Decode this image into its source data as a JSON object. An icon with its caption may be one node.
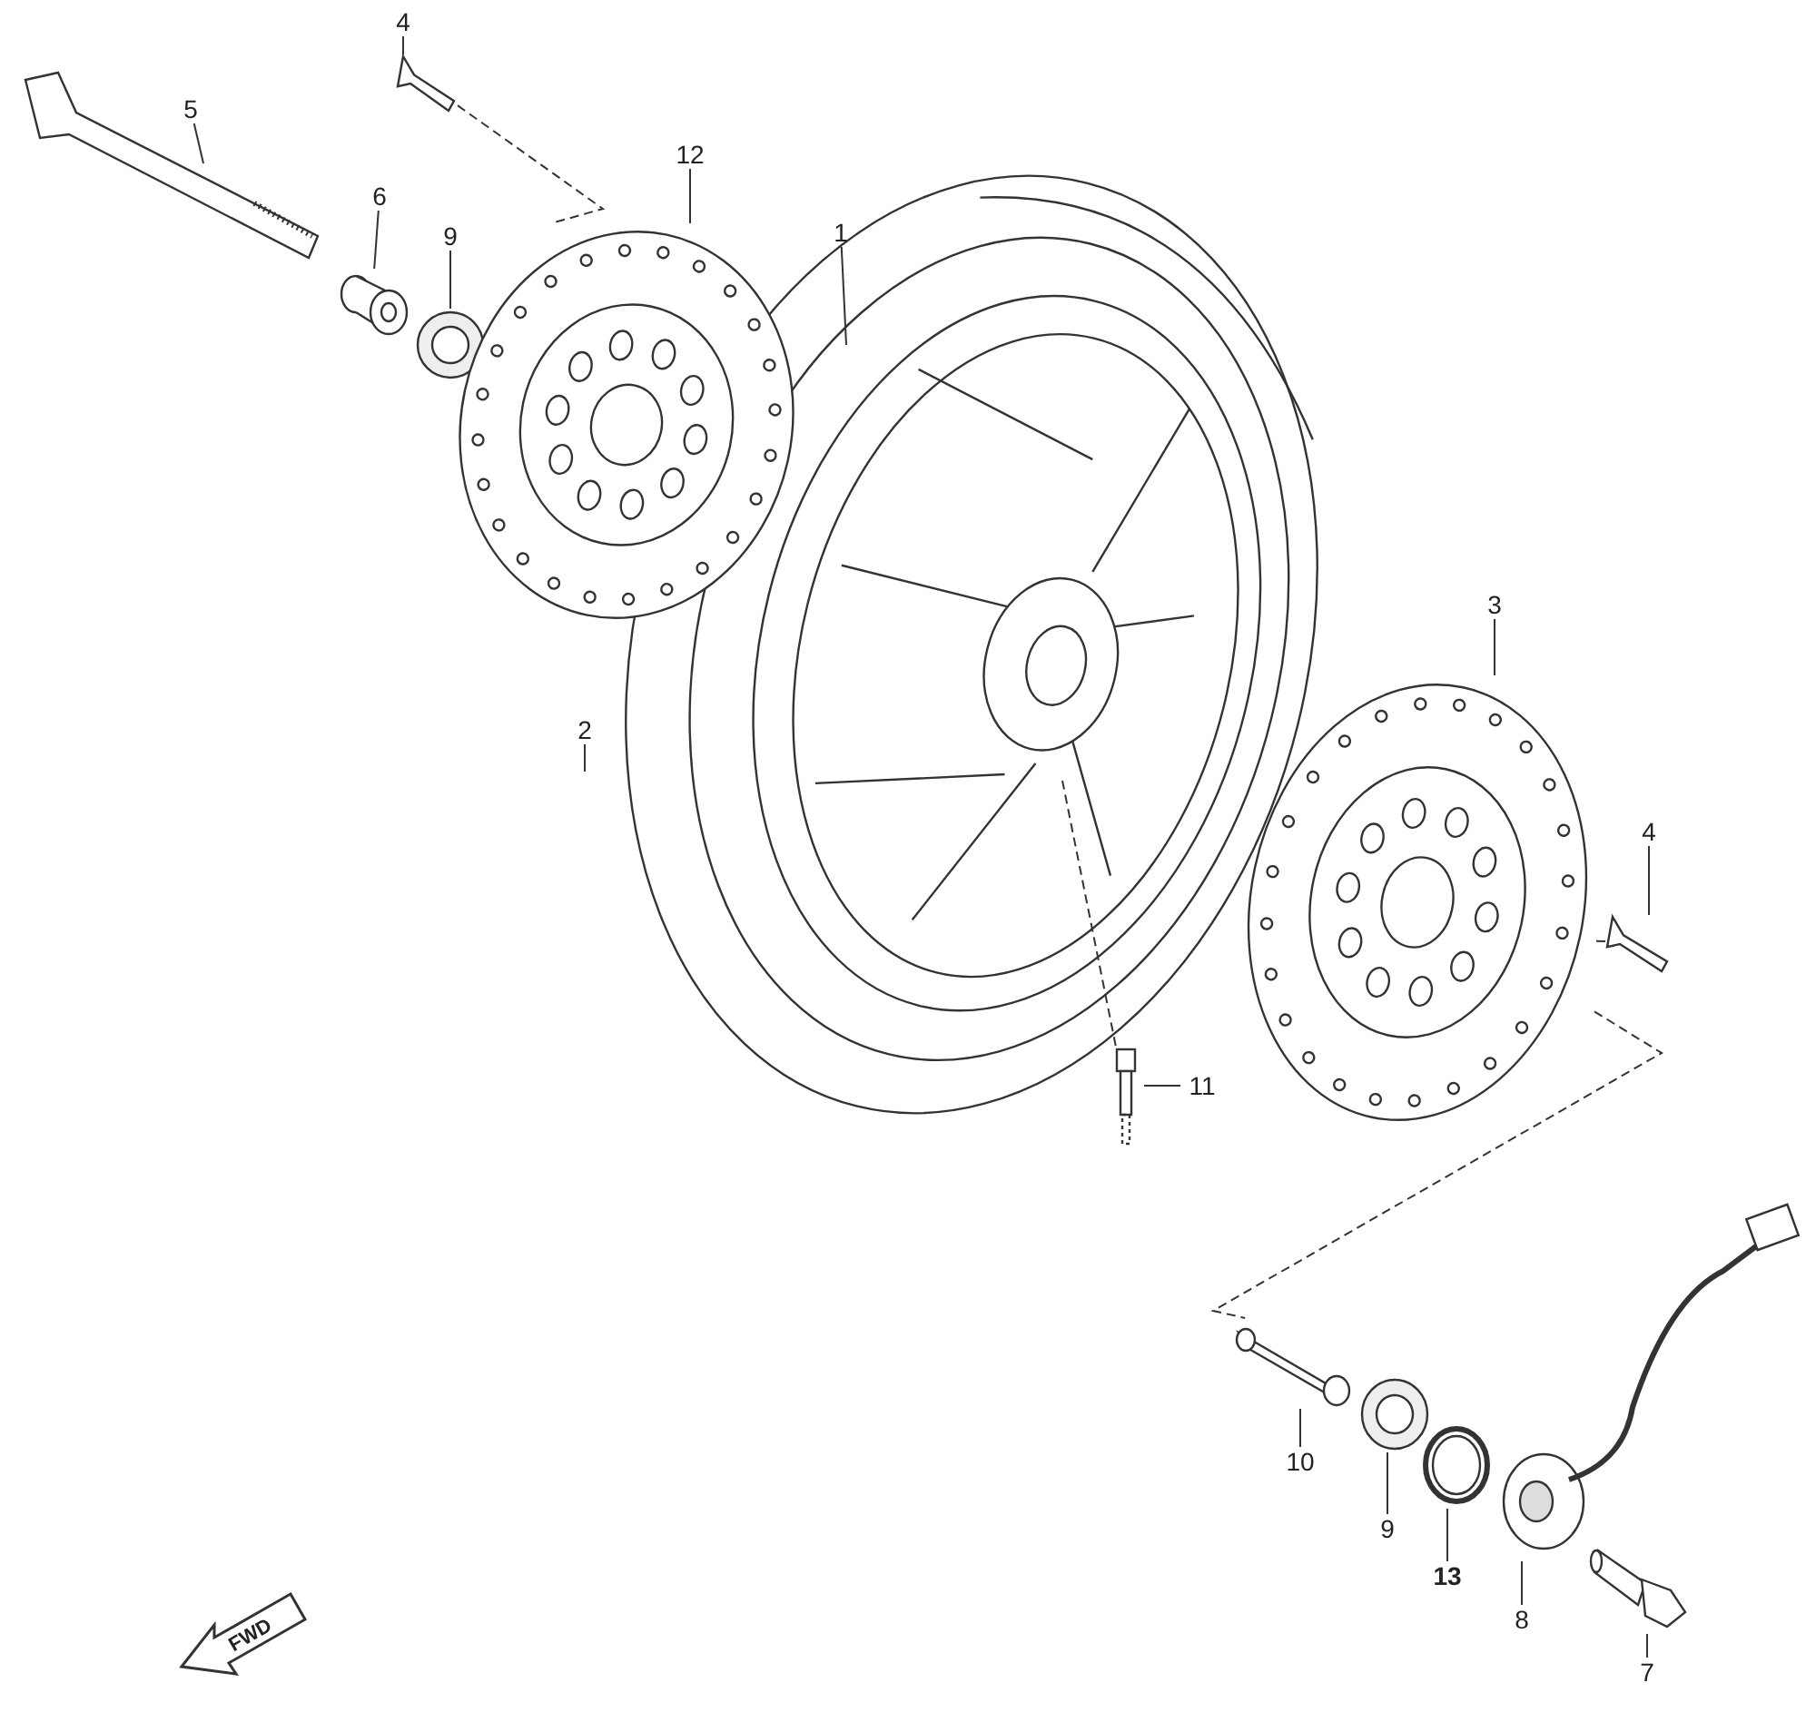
{
  "diagram": {
    "nodes": [
      {
        "text": [
          "4"
        ]
      },
      {
        "text": [],
        "shape": "picture"
      },
      {
        "text": [
          "5"
        ]
      },
      {
        "text": [
          "6"
        ]
      },
      {
        "text": [],
        "shape": "picture"
      },
      {
        "text": [
          "9"
        ]
      },
      {
        "text": [],
        "shape": "picture"
      },
      {
        "text": [
          "12"
        ]
      },
      {
        "text": [],
        "shape": "picture"
      },
      {
        "text": [
          "1"
        ]
      },
      {
        "text": [
          "2"
        ]
      },
      {
        "text": [
          "3"
        ]
      },
      {
        "text": [],
        "shape": "picture"
      },
      {
        "text": [
          "4"
        ]
      },
      {
        "text": [],
        "shape": "picture"
      },
      {
        "text": [
          "11"
        ]
      },
      {
        "text": [],
        "shape": "picture"
      },
      {
        "text": [
          "10"
        ]
      },
      {
        "text": [],
        "shape": "picture"
      },
      {
        "text": [
          "9"
        ]
      },
      {
        "text": [],
        "shape": "picture"
      },
      {
        "text": [
          "13"
        ]
      },
      {
        "text": [],
        "shape": "picture"
      },
      {
        "text": [
          "8"
        ]
      },
      {
        "text": [],
        "shape": "picture"
      },
      {
        "text": [
          "7"
        ]
      },
      {
        "text": [],
        "shape": "picture"
      }
    ],
    "edges": [
      {
        "from": 0,
        "to": 1,
        "arrow": "none"
      },
      {
        "from": 2,
        "to": null,
        "arrow": "none"
      },
      {
        "from": 3,
        "to": 4,
        "arrow": "none"
      },
      {
        "from": 5,
        "to": 6,
        "arrow": "none"
      },
      {
        "from": 7,
        "to": 8,
        "arrow": "none"
      },
      {
        "from": 9,
        "to": null,
        "arrow": "none"
      },
      {
        "from": 10,
        "to": null,
        "arrow": "none"
      },
      {
        "from": 11,
        "to": 12,
        "arrow": "none"
      },
      {
        "from": 13,
        "to": 14,
        "arrow": "none"
      },
      {
        "from": 15,
        "to": 16,
        "arrow": "none"
      },
      {
        "from": 17,
        "to": 18,
        "arrow": "none"
      },
      {
        "from": 19,
        "to": 20,
        "arrow": "none"
      },
      {
        "from": 21,
        "to": 22,
        "arrow": "none"
      },
      {
        "from": 23,
        "to": 24,
        "arrow": "none"
      },
      {
        "from": 25,
        "to": 26,
        "arrow": "none"
      },
      {
        "from": 1,
        "to": 8,
        "arrow": "none",
        "style": "dashed"
      },
      {
        "from": 14,
        "to": 12,
        "arrow": "none",
        "style": "dashed"
      },
      {
        "from": 12,
        "to": 18,
        "arrow": "none",
        "style": "dashed"
      },
      {
        "from": 16,
        "to": null,
        "arrow": "none",
        "style": "dashed"
      }
    ],
    "labels": [
      "FWD"
    ]
  }
}
